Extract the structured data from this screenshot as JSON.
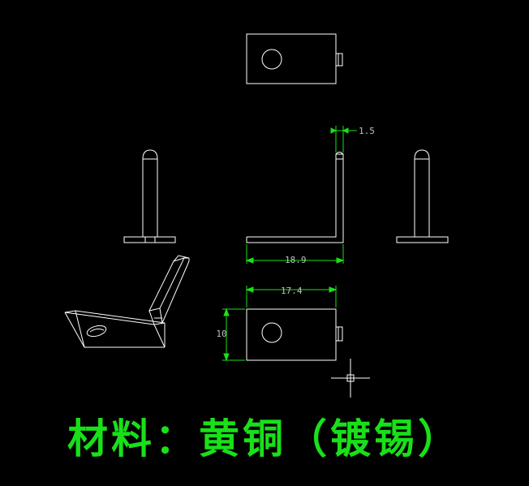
{
  "dimensions": {
    "thickness": "1.5",
    "overall_length": "18.9",
    "body_length": "17.4",
    "width": "10"
  },
  "material_label": "材料：黄铜（镀锡）",
  "colors": {
    "background": "#000000",
    "outline": "#ffffff",
    "dimension": "#19e019",
    "dimension_text": "#bfbfbf",
    "label": "#19e019"
  }
}
